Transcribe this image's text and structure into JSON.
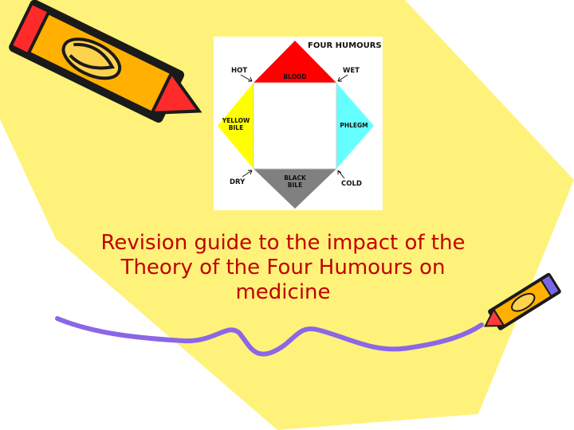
{
  "diagram": {
    "title": "FOUR HUMOURS",
    "humours": {
      "top": "BLOOD",
      "left_line1": "YELLOW",
      "left_line2": "BILE",
      "right": "PHLEGM",
      "bottom_line1": "BLACK",
      "bottom_line2": "BILE"
    },
    "qualities": {
      "top_left": "HOT",
      "top_right": "WET",
      "bottom_left": "DRY",
      "bottom_right": "COLD"
    }
  },
  "title": {
    "line1": "Revision guide to the impact of the",
    "line2": "Theory of the Four Humours on",
    "line3": "medicine"
  },
  "colors": {
    "background_shape": "#fff27a",
    "title_text": "#c00000",
    "blood": "#ff0000",
    "yellow_bile": "#ffff00",
    "phlegm": "#66ffff",
    "black_bile": "#808080",
    "pencil_body": "#ffb000",
    "pencil_tip": "#ff2a2a",
    "wavy_line": "#8b67e6"
  },
  "icons": [
    "big-pencil-icon",
    "small-pencil-icon"
  ]
}
